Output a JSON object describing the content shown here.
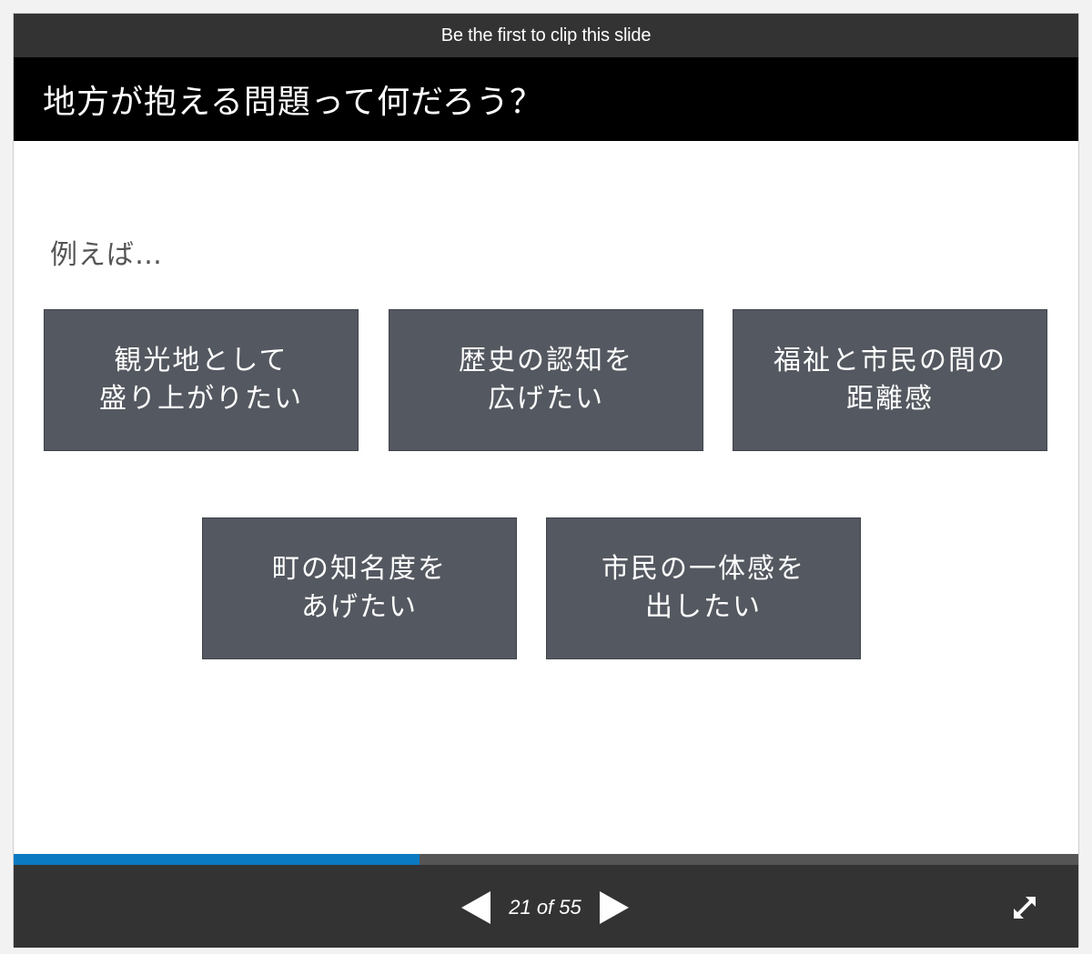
{
  "clip_bar": {
    "label": "Be the first to clip this slide"
  },
  "slide": {
    "title": "地方が抱える問題って何だろう？",
    "example_label": "例えば…",
    "cards": [
      {
        "lines": [
          "観光地として",
          "盛り上がりたい"
        ]
      },
      {
        "lines": [
          "歴史の認知を",
          "広げたい"
        ]
      },
      {
        "lines": [
          "福祉と市民の間の",
          "距離感"
        ]
      },
      {
        "lines": [
          "町の知名度を",
          "あげたい"
        ]
      },
      {
        "lines": [
          "市民の一体感を",
          "出したい"
        ]
      }
    ]
  },
  "player": {
    "page_indicator": "21 of 55",
    "current_page": 21,
    "total_pages": 55,
    "progress_fraction": 0.381,
    "prev_icon": "triangle-left-icon",
    "next_icon": "triangle-right-icon",
    "fullscreen_icon": "expand-arrows-icon",
    "accent_color": "#0a7ac2"
  }
}
